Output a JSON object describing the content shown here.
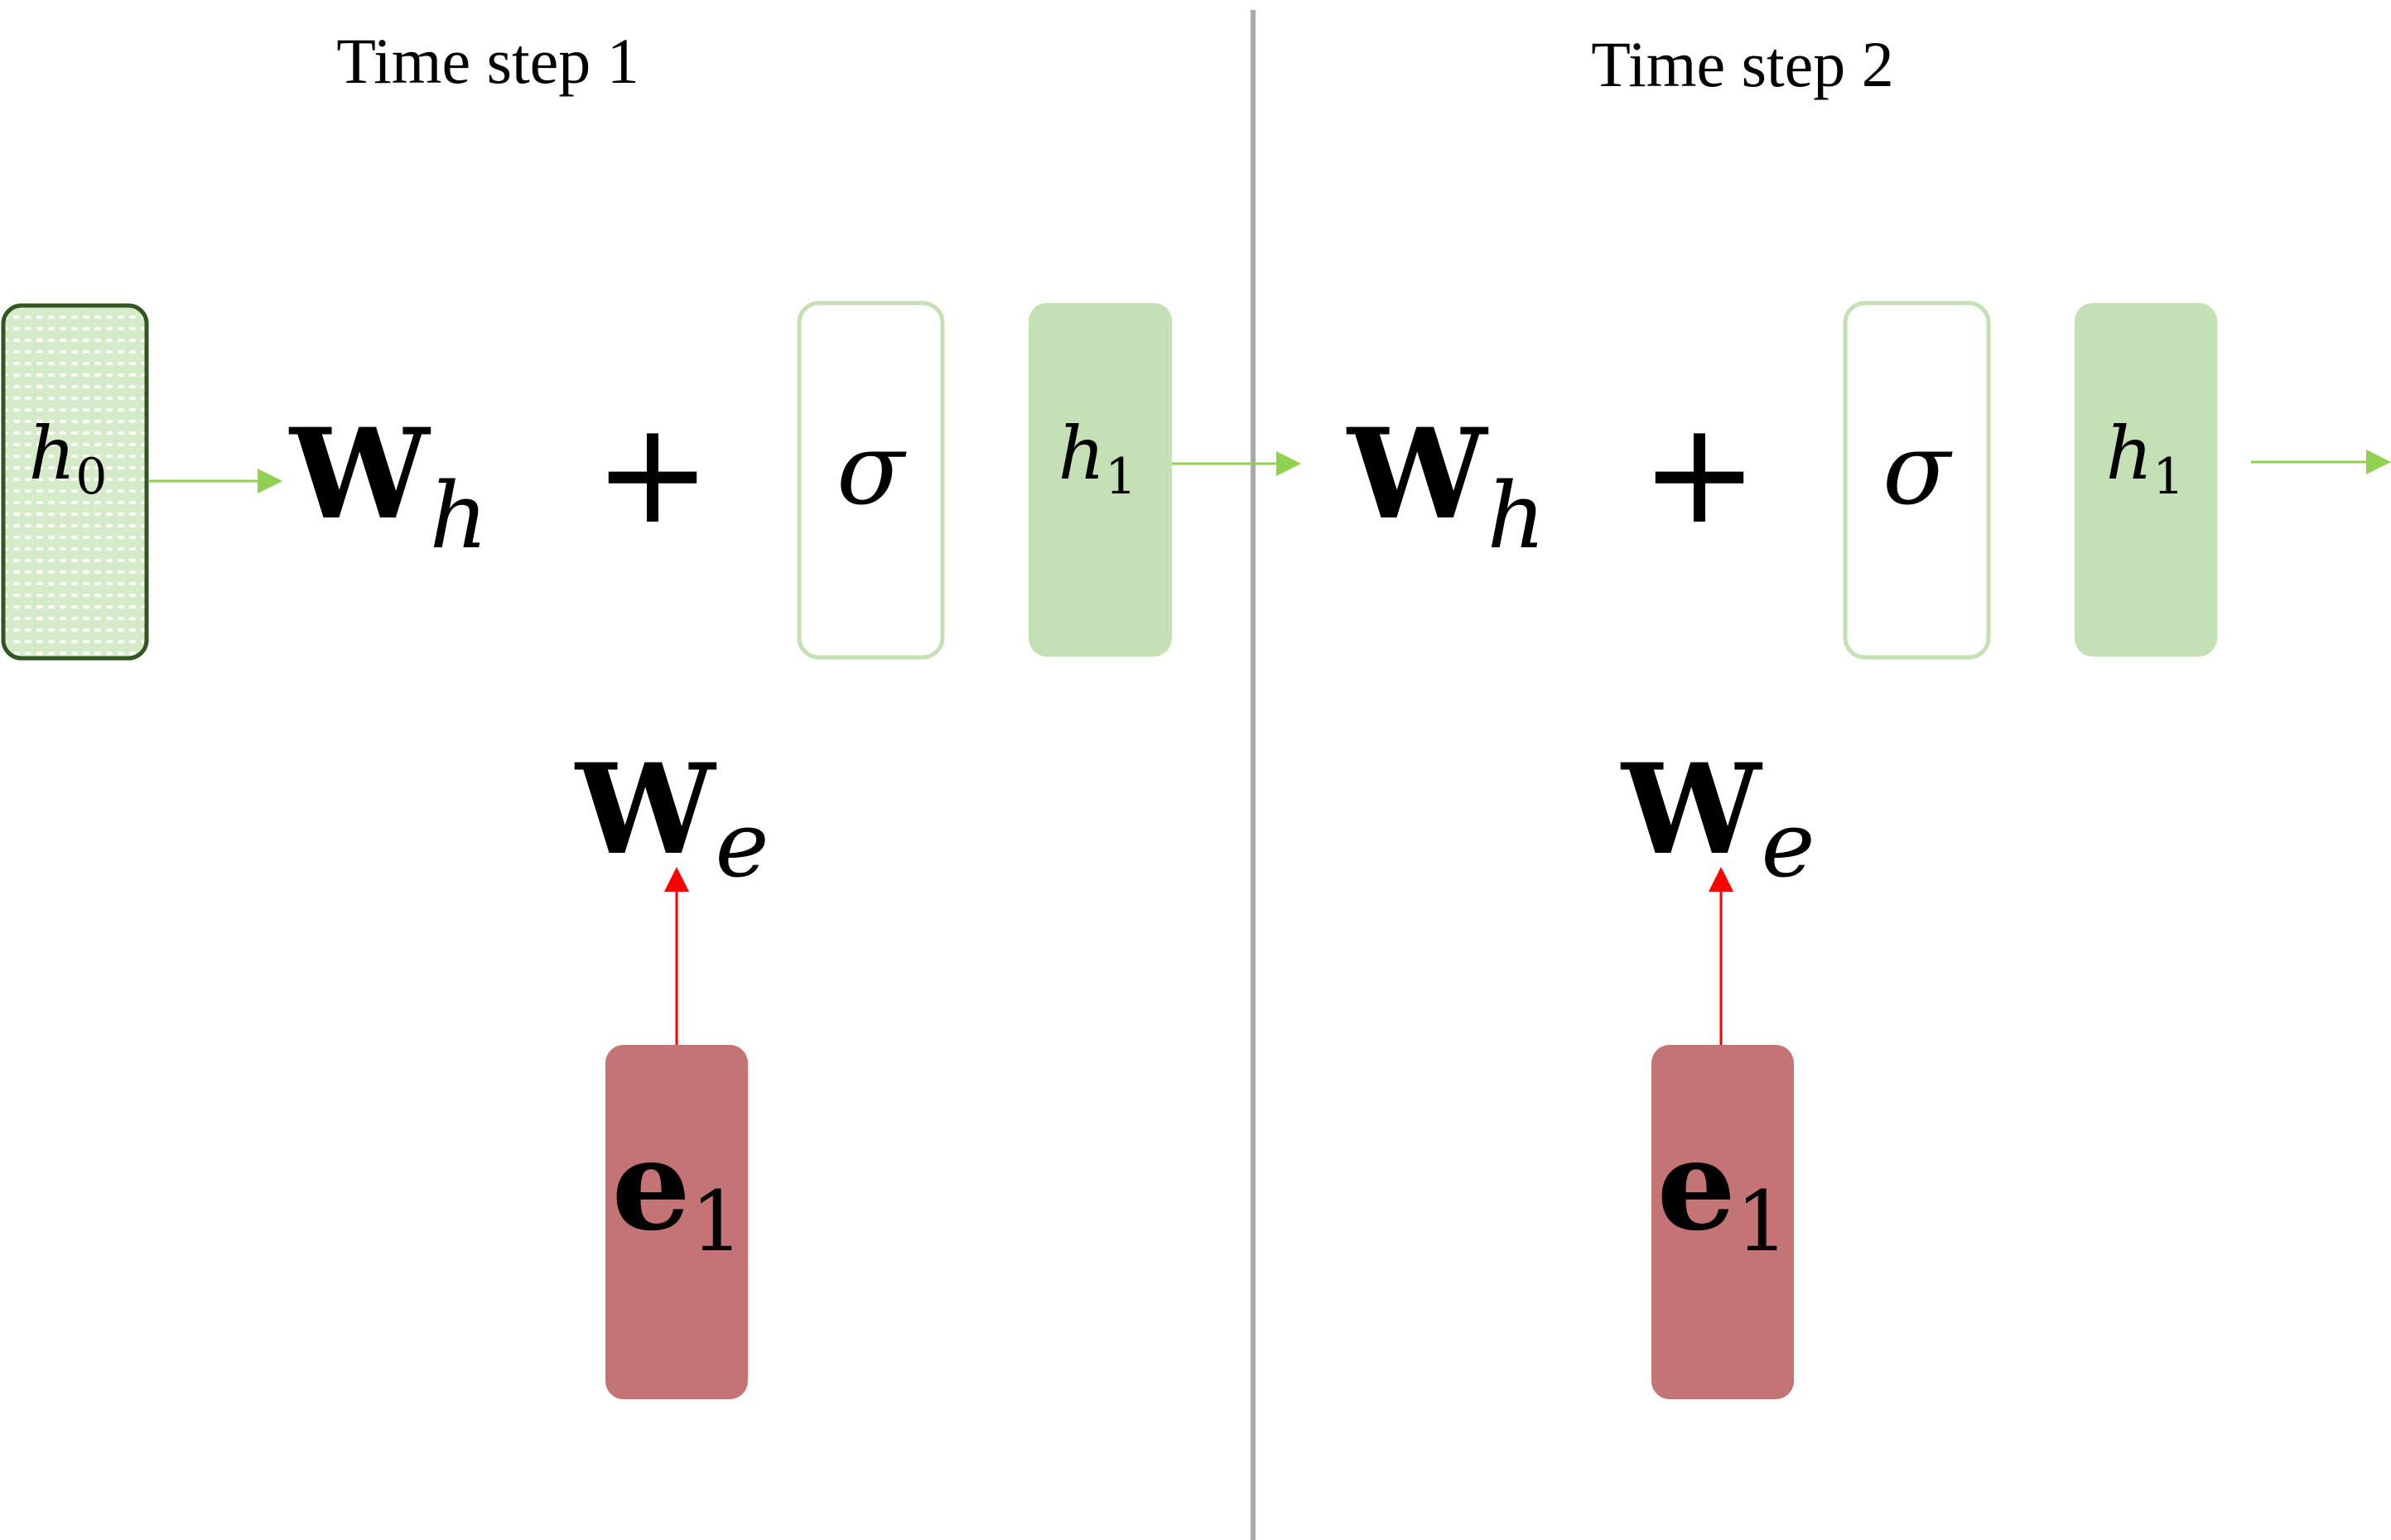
{
  "colors": {
    "divider": "#aaaaaa",
    "h0_fill": "#cfe5c0",
    "h0_stroke": "#335522",
    "sigma_stroke": "#c5e0b4",
    "h1_fill": "#c5e0b4",
    "e_fill": "#c47474",
    "h_arrow": "#92d050",
    "e_arrow": "#ff0000"
  },
  "icons": {
    "h_arrow": "arrow-right-icon",
    "e_arrow": "arrow-up-icon"
  },
  "steps": [
    {
      "title": "Time step 1",
      "h_prev": {
        "symbol": "h",
        "sub": "0"
      },
      "wh": {
        "symbol": "W",
        "sub": "h"
      },
      "plus": "+",
      "sigma": "σ",
      "h_next": {
        "symbol": "h",
        "sub": "1"
      },
      "we": {
        "symbol": "W",
        "sub": "e"
      },
      "e": {
        "symbol": "e",
        "sub": "1"
      }
    },
    {
      "title": "Time step 2",
      "wh": {
        "symbol": "W",
        "sub": "h"
      },
      "plus": "+",
      "sigma": "σ",
      "h_next": {
        "symbol": "h",
        "sub": "1"
      },
      "we": {
        "symbol": "W",
        "sub": "e"
      },
      "e": {
        "symbol": "e",
        "sub": "1"
      }
    }
  ]
}
